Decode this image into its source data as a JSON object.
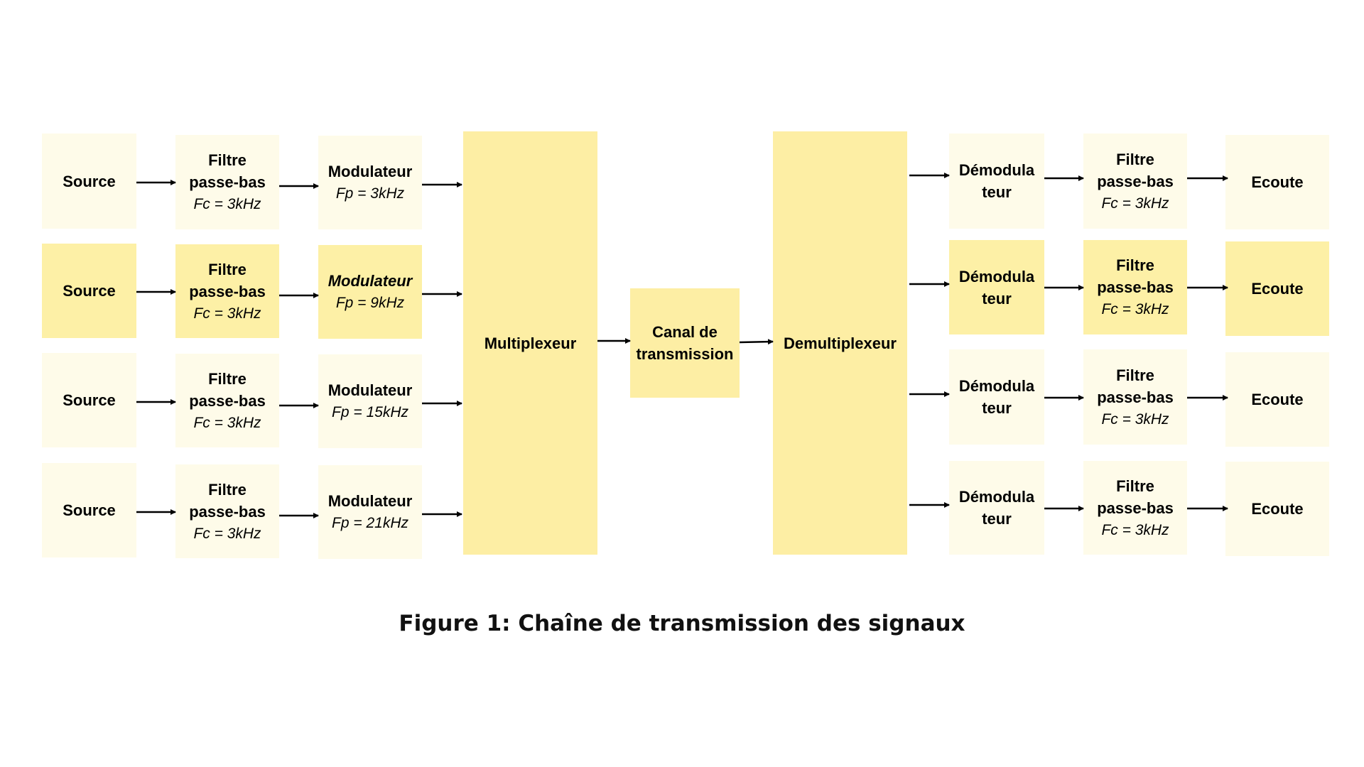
{
  "colors": {
    "block_light": "#fefbe9",
    "block_highlight": "#fdf0a6",
    "block_large": "#fdeea4",
    "arrow": "#000000"
  },
  "emission": [
    {
      "source": "Source",
      "filter_title": "Filtre",
      "filter_sub": "passe-bas",
      "filter_param": "Fc = 3kHz",
      "modulator_title": "Modulateur",
      "modulator_param": "Fp = 3kHz"
    },
    {
      "source": "Source",
      "filter_title": "Filtre",
      "filter_sub": "passe-bas",
      "filter_param": "Fc = 3kHz",
      "modulator_title": "Modulateur",
      "modulator_param": "Fp = 9kHz"
    },
    {
      "source": "Source",
      "filter_title": "Filtre",
      "filter_sub": "passe-bas",
      "filter_param": "Fc = 3kHz",
      "modulator_title": "Modulateur",
      "modulator_param": "Fp = 15kHz"
    },
    {
      "source": "Source",
      "filter_title": "Filtre",
      "filter_sub": "passe-bas",
      "filter_param": "Fc = 3kHz",
      "modulator_title": "Modulateur",
      "modulator_param": "Fp = 21kHz"
    }
  ],
  "multiplexer": "Multiplexeur",
  "channel": {
    "line1": "Canal de",
    "line2": "transmission"
  },
  "demultiplexer": "Demultiplexeur",
  "reception": [
    {
      "demod_line1": "Démodula",
      "demod_line2": "teur",
      "filter_title": "Filtre",
      "filter_sub": "passe-bas",
      "filter_param": "Fc = 3kHz",
      "output": "Ecoute"
    },
    {
      "demod_line1": "Démodula",
      "demod_line2": "teur",
      "filter_title": "Filtre",
      "filter_sub": "passe-bas",
      "filter_param": "Fc = 3kHz",
      "output": "Ecoute"
    },
    {
      "demod_line1": "Démodula",
      "demod_line2": "teur",
      "filter_title": "Filtre",
      "filter_sub": "passe-bas",
      "filter_param": "Fc = 3kHz",
      "output": "Ecoute"
    },
    {
      "demod_line1": "Démodula",
      "demod_line2": "teur",
      "filter_title": "Filtre",
      "filter_sub": "passe-bas",
      "filter_param": "Fc = 3kHz",
      "output": "Ecoute"
    }
  ],
  "caption": "Figure 1: Chaîne de transmission des signaux"
}
